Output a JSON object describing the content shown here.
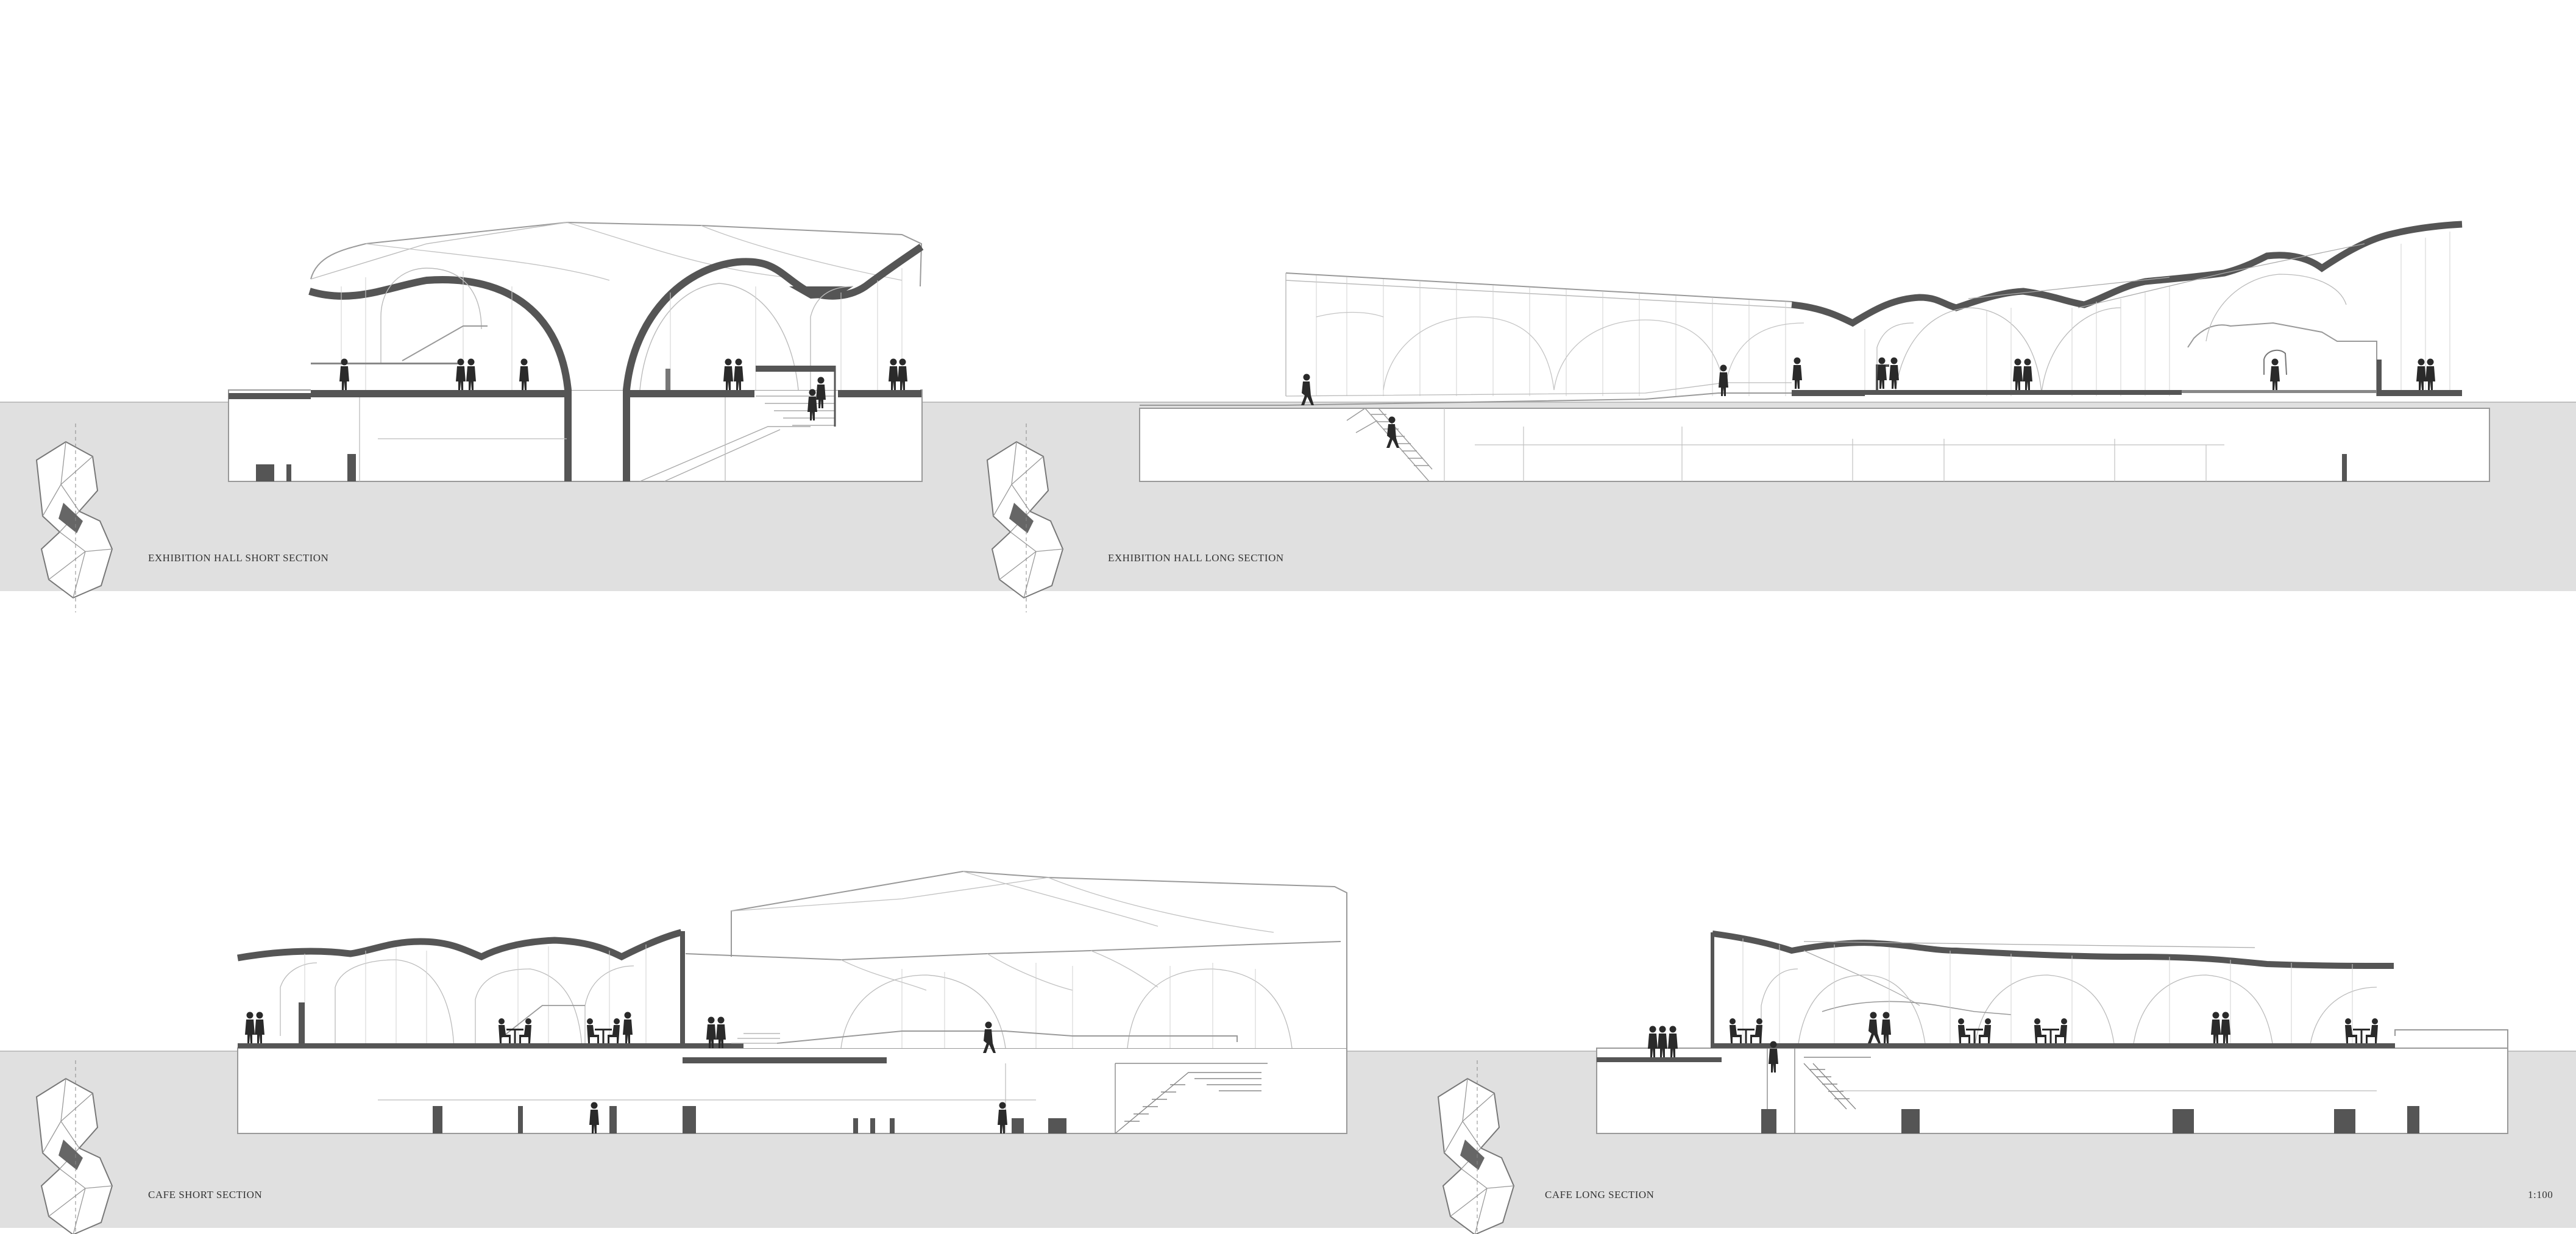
{
  "sheet": {
    "sections": [
      {
        "id": "exhibition-short",
        "title": "EXHIBITION HALL SHORT SECTION"
      },
      {
        "id": "exhibition-long",
        "title": "EXHIBITION HALL LONG SECTION"
      },
      {
        "id": "cafe-short",
        "title": "CAFE SHORT SECTION"
      },
      {
        "id": "cafe-long",
        "title": "CAFE LONG SECTION"
      }
    ],
    "scale": "1:100"
  },
  "colors": {
    "ground": "#e0e0e0",
    "line": "#b5b5b5",
    "cut": "#555555",
    "figure": "#2a2a2a"
  }
}
